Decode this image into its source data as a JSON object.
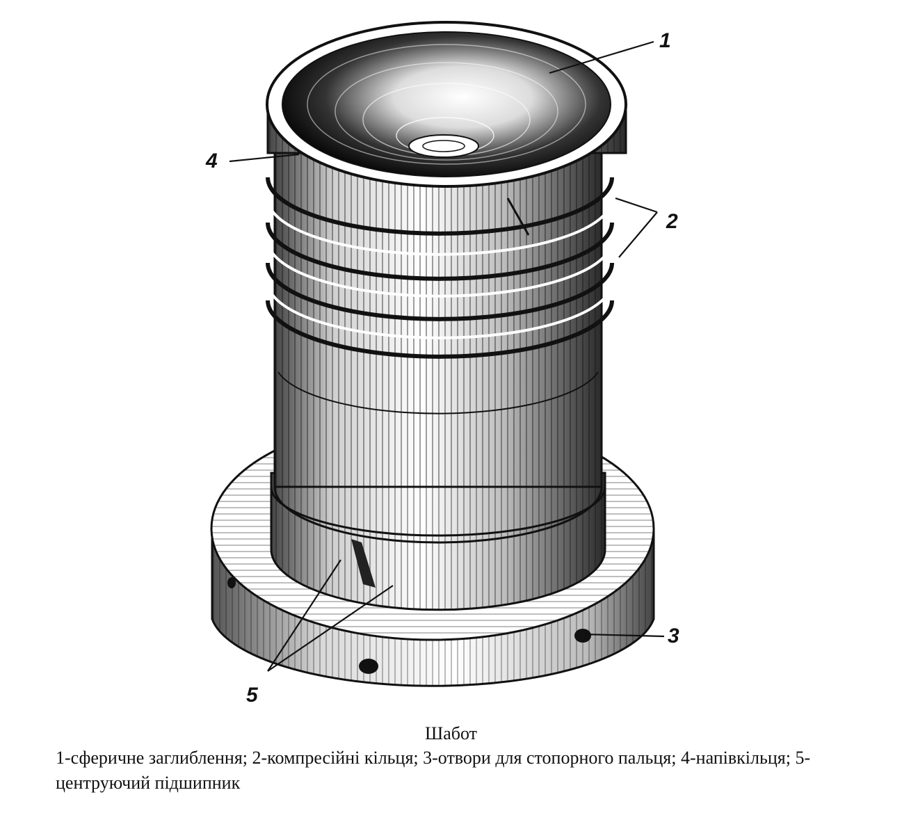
{
  "callouts": {
    "c1": "1",
    "c2": "2",
    "c3": "3",
    "c4": "4",
    "c5": "5"
  },
  "caption": {
    "title": "Шабот",
    "legend": "1-сферичне заглиблення; 2-компресійні кільця; 3-отвори для стопорного пальця; 4-напівкільця; 5-центруючий підшипник"
  },
  "colors": {
    "ink": "#111111",
    "paper": "#ffffff"
  }
}
